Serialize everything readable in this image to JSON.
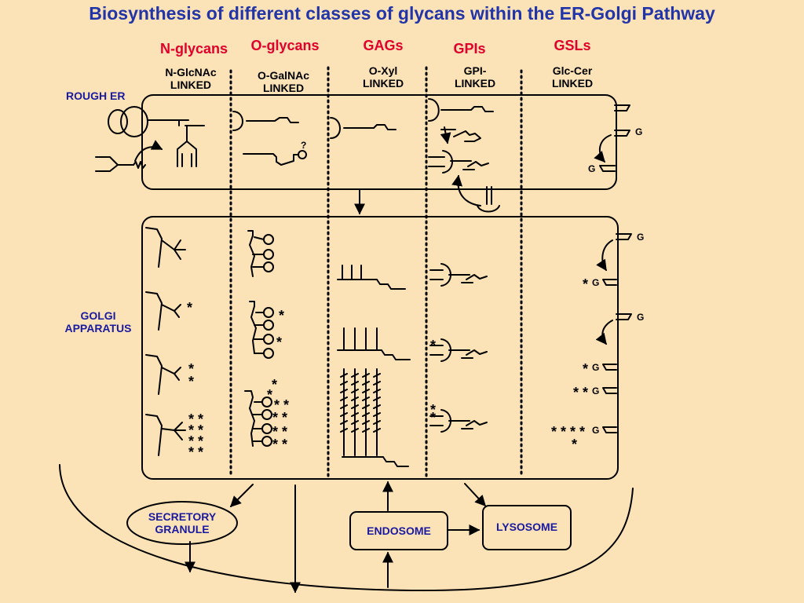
{
  "title": "Biosynthesis of different classes of glycans within the ER-Golgi Pathway",
  "classes": [
    {
      "name": "N-glycans",
      "linkage_1": "N-GlcNAc",
      "linkage_2": "LINKED"
    },
    {
      "name": "O-glycans",
      "linkage_1": "O-GalNAc",
      "linkage_2": "LINKED"
    },
    {
      "name": "GAGs",
      "linkage_1": "O-Xyl",
      "linkage_2": "LINKED"
    },
    {
      "name": "GPIs",
      "linkage_1": "GPI-",
      "linkage_2": "LINKED"
    },
    {
      "name": "GSLs",
      "linkage_1": "Glc-Cer",
      "linkage_2": "LINKED"
    }
  ],
  "compartments": {
    "rough_er": "ROUGH ER",
    "golgi_1": "GOLGI",
    "golgi_2": "APPARATUS",
    "secretory_1": "SECRETORY",
    "secretory_2": "GRANULE",
    "endosome": "ENDOSOME",
    "lysosome": "LYSOSOME"
  },
  "marks": {
    "g": "G",
    "question": "?",
    "star": "*"
  },
  "colors": {
    "background": "#fbe2b7",
    "title": "#2134a8",
    "class_label": "#e0002a",
    "compartment_label": "#1a1aa0"
  }
}
